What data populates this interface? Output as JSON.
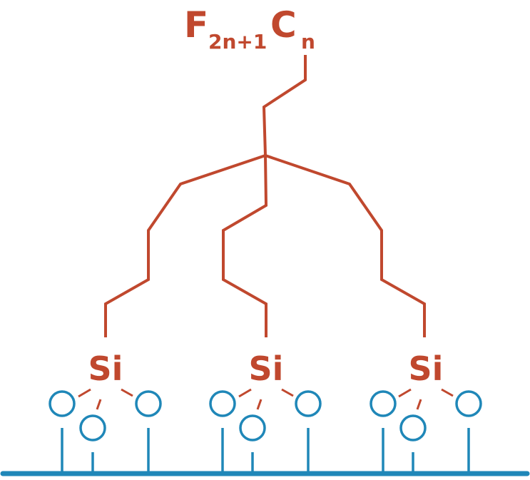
{
  "formula": {
    "element_f": "F",
    "subscript_f": "2n+1",
    "element_c": "C",
    "subscript_c": "n"
  },
  "silicon_label": "Si",
  "silane_units": [
    {
      "label": "Si"
    },
    {
      "label": "Si"
    },
    {
      "label": "Si"
    }
  ],
  "colors": {
    "chain": "#c0482e",
    "substrate": "#1f87b8"
  }
}
